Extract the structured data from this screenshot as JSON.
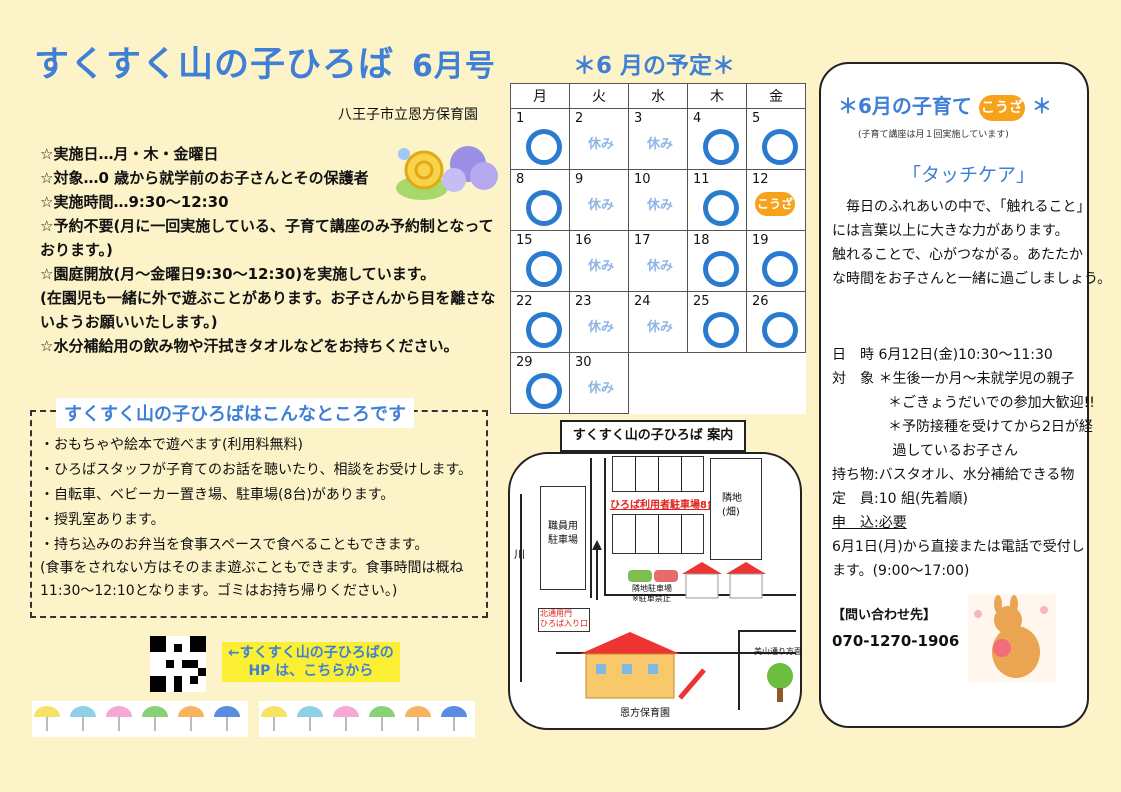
{
  "header": {
    "title": "すくすく山の子ひろば",
    "issue": "6月号",
    "org": "八王子市立恩方保育園"
  },
  "info": [
    "☆実施日…月・木・金曜日",
    "☆対象…0 歳から就学前のお子さんとその保護者",
    "☆実施時間…9:30～12:30",
    "☆予約不要(月に一回実施している、子育て講座のみ予約制となって",
    "おります。)",
    "☆園庭開放(月～金曜日9:30～12:30)を実施しています。",
    "(在園児も一緒に外で遊ぶことがあります。お子さんから目を離さな",
    "いようお願いいたします。)",
    "☆水分補給用の飲み物や汗拭きタオルなどをお持ちください。"
  ],
  "features": {
    "title": "すくすく山の子ひろばはこんなところです",
    "lines": [
      "・おもちゃや絵本で遊べます(利用料無料)",
      "・ひろばスタッフが子育てのお話を聴いたり、相談をお受けします。",
      "・自転車、ベビーカー置き場、駐車場(8台)があります。",
      "・授乳室あります。",
      "・持ち込みのお弁当を食事スペースで食べることもできます。",
      "(食事をされない方はそのまま遊ぶこともできます。食事時間は概ね",
      "11:30～12:10となります。ゴミはお持ち帰りください。)"
    ]
  },
  "hp": {
    "line1": "←すくすく山の子ひろばの",
    "line2": "HP は、こちらから"
  },
  "schedule": {
    "title": "＊6 月の予定＊",
    "weekdays": [
      "月",
      "火",
      "水",
      "木",
      "金"
    ],
    "rest_label": "休み",
    "kouza_label": "こうざ",
    "weeks": [
      [
        {
          "d": "1",
          "s": "open"
        },
        {
          "d": "2",
          "s": "rest"
        },
        {
          "d": "3",
          "s": "rest"
        },
        {
          "d": "4",
          "s": "open"
        },
        {
          "d": "5",
          "s": "open"
        }
      ],
      [
        {
          "d": "8",
          "s": "open"
        },
        {
          "d": "9",
          "s": "rest"
        },
        {
          "d": "10",
          "s": "rest"
        },
        {
          "d": "11",
          "s": "open"
        },
        {
          "d": "12",
          "s": "kouza"
        }
      ],
      [
        {
          "d": "15",
          "s": "open"
        },
        {
          "d": "16",
          "s": "rest"
        },
        {
          "d": "17",
          "s": "rest"
        },
        {
          "d": "18",
          "s": "open"
        },
        {
          "d": "19",
          "s": "open"
        }
      ],
      [
        {
          "d": "22",
          "s": "open"
        },
        {
          "d": "23",
          "s": "rest"
        },
        {
          "d": "24",
          "s": "rest"
        },
        {
          "d": "25",
          "s": "open"
        },
        {
          "d": "26",
          "s": "open"
        }
      ],
      [
        {
          "d": "29",
          "s": "open"
        },
        {
          "d": "30",
          "s": "rest"
        },
        null,
        null,
        null
      ]
    ]
  },
  "map": {
    "title": "すくすく山の子ひろば 案内",
    "staff_parking": "職員用\n駐車場",
    "parking_label": "ひろば利用者駐車場8台",
    "neighbor_field": "隣地\n(畑)",
    "neighbor_parking": "隣地駐車場\n※駐車禁止",
    "river": "川",
    "north_gate": "北通用門\nひろば入り口",
    "road": "美山通り方面",
    "nursery": "恩方保育園"
  },
  "kosodate": {
    "title_pre": "＊6月の子育て",
    "badge": "こうざ",
    "title_post": "＊",
    "note": "(子育て講座は月１回実施しています)",
    "topic": "「タッチケア」",
    "body": [
      "　毎日のふれあいの中で、「触れること」",
      "には言葉以上に大きな力があります。",
      "触れることで、心がつながる。あたたか",
      "な時間をお子さんと一緒に過ごしましょう。"
    ],
    "details": [
      "日　時 6月12日(金)10:30～11:30",
      "対　象 ＊生後一か月～未就学児の親子",
      "　　　　＊ごきょうだいでの参加大歓迎!!",
      "　　　　＊予防接種を受けてから2日が経",
      "　　　　 過しているお子さん",
      "持ち物:バスタオル、水分補給できる物",
      "定　員:10 組(先着順)"
    ],
    "apply_head": "申　込:必要",
    "apply": [
      "6月1日(月)から直接または電話で受付し",
      "ます。(9:00～17:00)"
    ],
    "contact_label": "【問い合わせ先】",
    "phone": "070-1270-1906"
  }
}
